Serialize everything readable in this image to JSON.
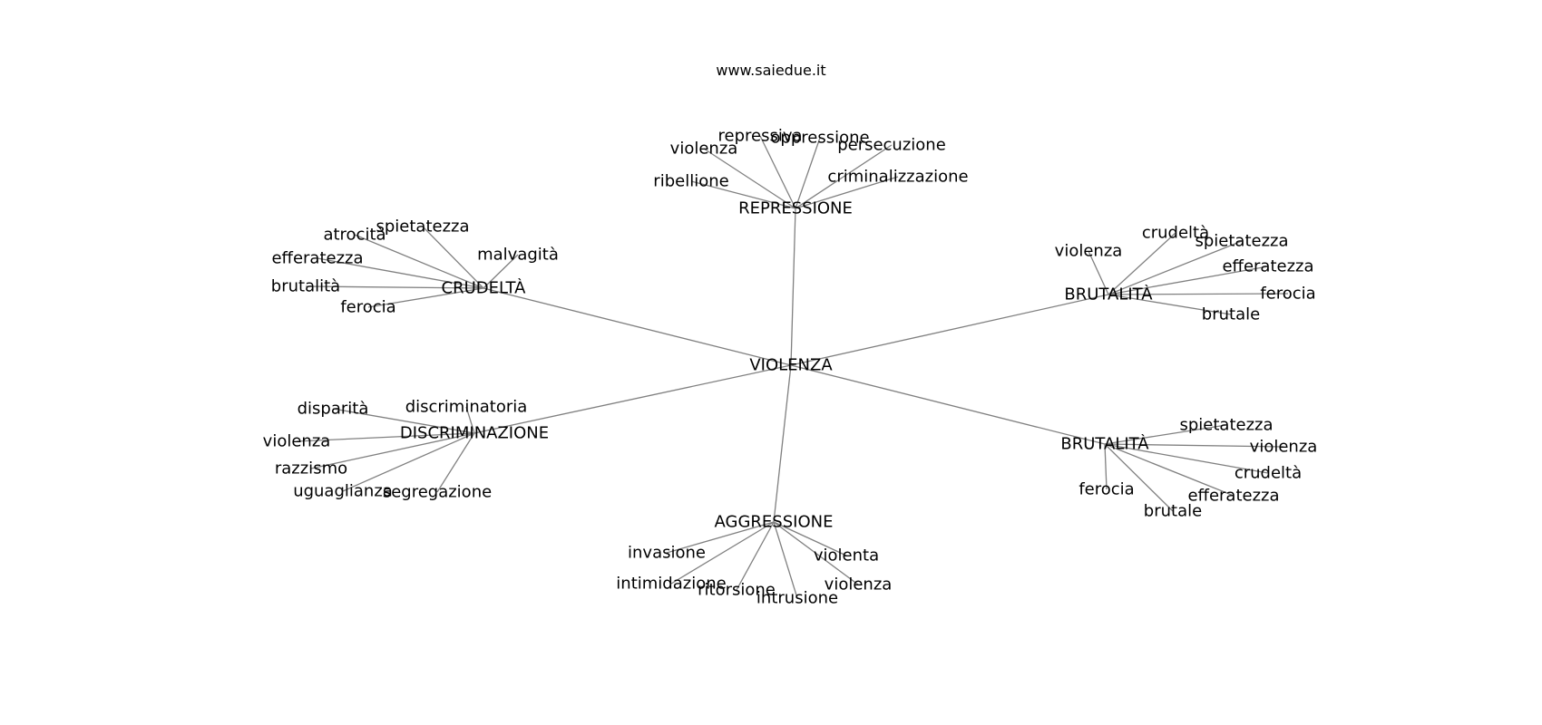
{
  "site": "www.saiedue.it",
  "colors": {
    "edge": "#808080",
    "text": "#000000",
    "background": "#ffffff"
  },
  "graph": {
    "root": {
      "label": "VIOLENZA"
    },
    "hubs": [
      {
        "label": "REPRESSIONE",
        "leaves": [
          "repressiva",
          "oppressione",
          "violenza",
          "persecuzione",
          "ribellione",
          "criminalizzazione"
        ]
      },
      {
        "label": "CRUDELTÀ",
        "leaves": [
          "spietatezza",
          "atrocità",
          "efferatezza",
          "malvagità",
          "brutalità",
          "ferocia"
        ]
      },
      {
        "label": "BRUTALITÀ",
        "leaves": [
          "crudeltà",
          "violenza",
          "spietatezza",
          "efferatezza",
          "ferocia",
          "brutale"
        ]
      },
      {
        "label": "DISCRIMINAZIONE",
        "leaves": [
          "discriminatoria",
          "disparità",
          "violenza",
          "razzismo",
          "uguaglianza",
          "segregazione"
        ]
      },
      {
        "label": "BRUTALITÀ",
        "leaves": [
          "spietatezza",
          "violenza",
          "crudeltà",
          "efferatezza",
          "brutale",
          "ferocia"
        ]
      },
      {
        "label": "AGGRESSIONE",
        "leaves": [
          "invasione",
          "violenta",
          "intimidazione",
          "violenza",
          "ritorsione",
          "intrusione"
        ]
      }
    ]
  }
}
